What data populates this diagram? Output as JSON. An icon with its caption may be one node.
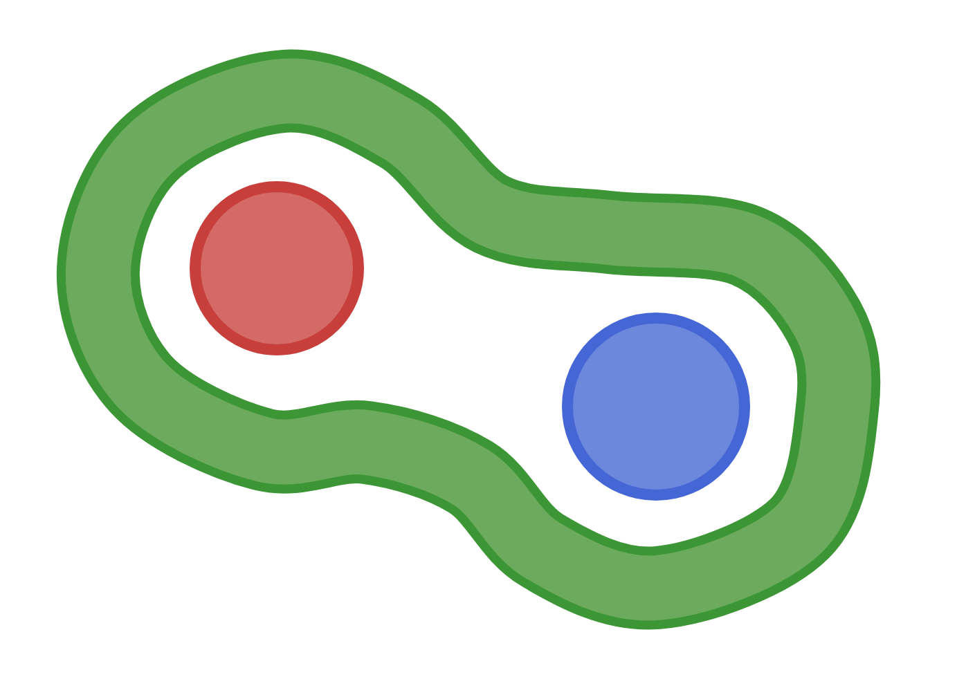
{
  "diagram": {
    "nodes": [
      {
        "text": [],
        "shape": "band"
      },
      {
        "text": [],
        "shape": "circle",
        "in": 0
      },
      {
        "text": [],
        "shape": "circle",
        "in": 0
      }
    ]
  }
}
